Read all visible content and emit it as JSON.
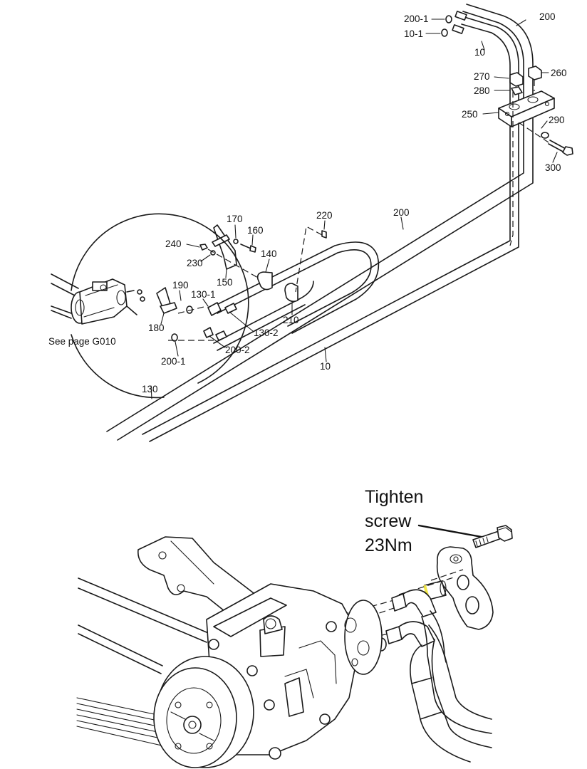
{
  "callouts": {
    "c200_1": "200-1",
    "c200": "200",
    "c10_1": "10-1",
    "c10": "10",
    "c270": "270",
    "c260": "260",
    "c280": "280",
    "c250": "250",
    "c290": "290",
    "c300": "300",
    "c200_mid": "200",
    "c220": "220",
    "c170": "170",
    "c160": "160",
    "c240": "240",
    "c140": "140",
    "c230": "230",
    "c150": "150",
    "c190": "190",
    "c130_1": "130-1",
    "c180": "180",
    "c210": "210",
    "c130_2": "130-2",
    "c200_2": "200-2",
    "c200_1b": "200-1",
    "c10_low": "10",
    "c130": "130"
  },
  "reference_note": "See page G010",
  "instruction": {
    "line1": "Tighten",
    "line2": "screw",
    "line3": "23Nm"
  },
  "colors": {
    "ink": "#1a1a1a",
    "highlight": "#f2e84a"
  }
}
